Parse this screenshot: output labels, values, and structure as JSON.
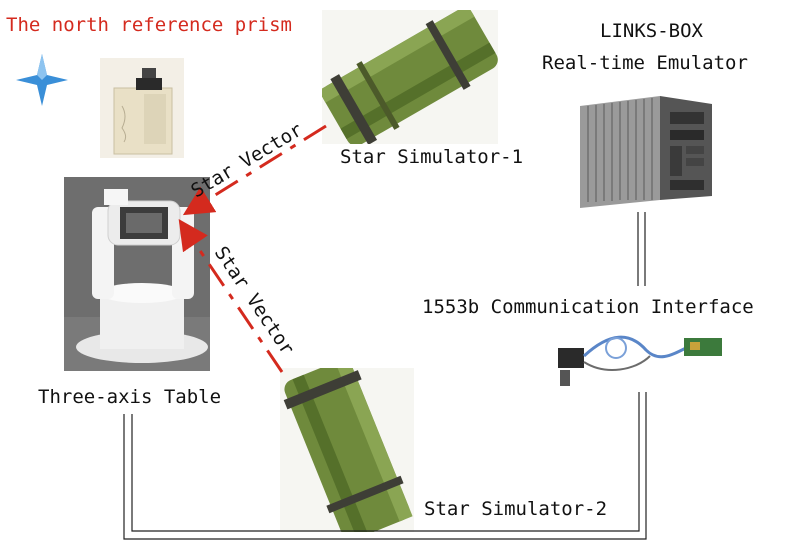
{
  "labels": {
    "north_prism": "The north reference prism",
    "links_box_line1": "LINKS-BOX",
    "links_box_line2": "Real-time Emulator",
    "star_sim_1": "Star Simulator-1",
    "star_sim_2": "Star Simulator-2",
    "comm_interface": "1553b Communication Interface",
    "three_axis": "Three-axis Table",
    "star_vector_1": "Star Vector",
    "star_vector_2": "Star Vector"
  },
  "colors": {
    "title_red": "#d42a1e",
    "vector_red": "#d42a1e",
    "compass_blue": "#3a8fd8",
    "simulator_green": "#6f8a3c",
    "wire": "#222222"
  }
}
